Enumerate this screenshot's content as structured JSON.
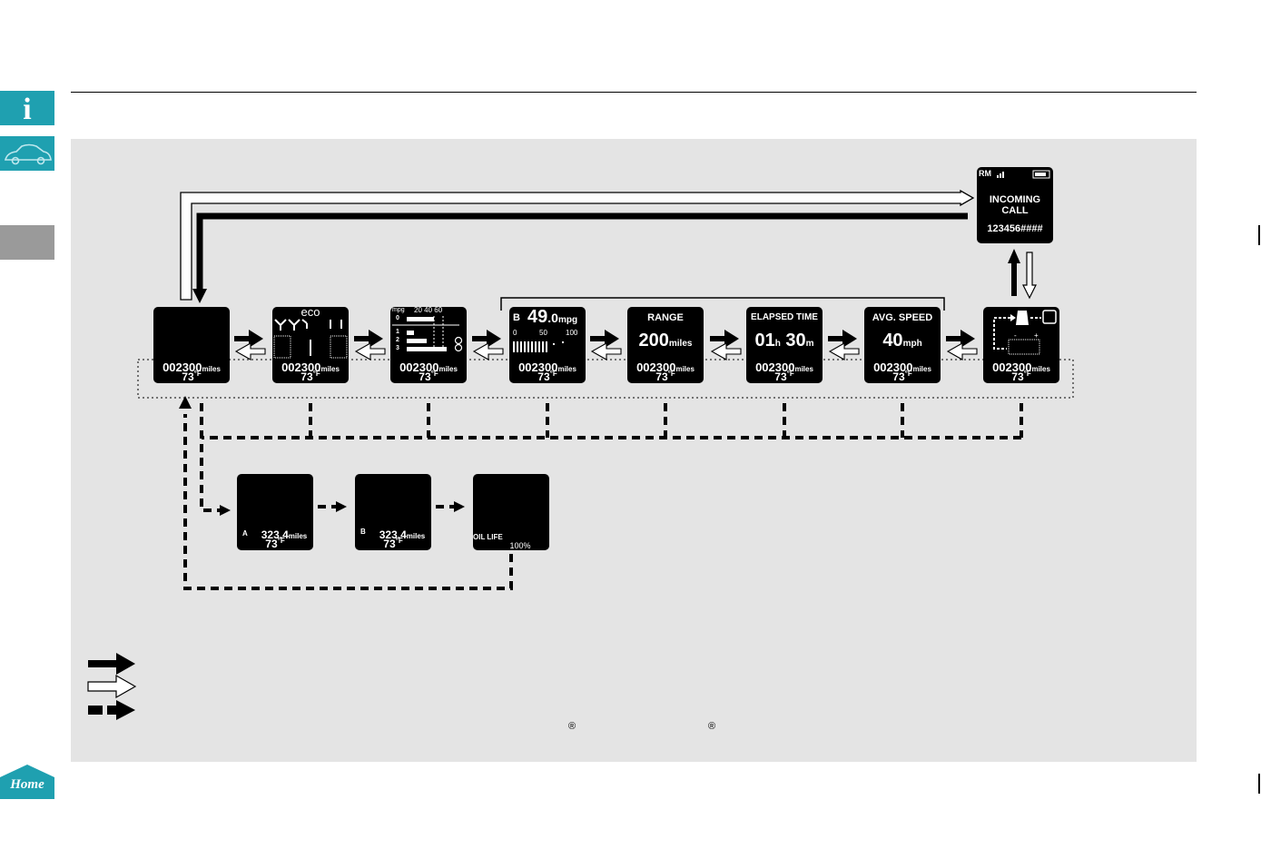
{
  "screens": {
    "main": {
      "odometer": "002300",
      "odometer_unit": "miles",
      "temp": "73",
      "temp_unit": "°F"
    },
    "eco": {
      "label": "eco",
      "odometer": "002300",
      "odometer_unit": "miles",
      "temp": "73",
      "temp_unit": "°F"
    },
    "mpg_history": {
      "mpg_label": "mpg",
      "scale": "20 40 60",
      "rows": [
        "0",
        "1",
        "2",
        "3"
      ],
      "odometer": "002300",
      "odometer_unit": "miles",
      "temp": "73",
      "temp_unit": "°F"
    },
    "instant_mpg": {
      "trip": "B",
      "value": "49",
      "decimal": ".0",
      "unit": "mpg",
      "scale": [
        "0",
        "50",
        "100"
      ],
      "odometer": "002300",
      "odometer_unit": "miles",
      "temp": "73",
      "temp_unit": "°F"
    },
    "range": {
      "title": "RANGE",
      "value": "200",
      "unit": "miles",
      "odometer": "002300",
      "odometer_unit": "miles",
      "temp": "73",
      "temp_unit": "°F"
    },
    "elapsed": {
      "title": "ELAPSED TIME",
      "hours": "01",
      "h_unit": "h",
      "minutes": "30",
      "m_unit": "m",
      "odometer": "002300",
      "odometer_unit": "miles",
      "temp": "73",
      "temp_unit": "°F"
    },
    "avg_speed": {
      "title": "AVG. SPEED",
      "value": "40",
      "unit": "mph",
      "odometer": "002300",
      "odometer_unit": "miles",
      "temp": "73",
      "temp_unit": "°F"
    },
    "energy_flow": {
      "odometer": "002300",
      "odometer_unit": "miles",
      "temp": "73",
      "temp_unit": "°F"
    },
    "incoming_call": {
      "status": "RM",
      "line1": "INCOMING",
      "line2": "CALL",
      "number": "123456####"
    },
    "trip_a": {
      "trip": "A",
      "value": "323.4",
      "unit": "miles",
      "temp": "73",
      "temp_unit": "°F"
    },
    "trip_b": {
      "trip": "B",
      "value": "323.4",
      "unit": "miles",
      "temp": "73",
      "temp_unit": "°F"
    },
    "oil_life": {
      "label": "OIL LIFE",
      "value": "100%"
    }
  },
  "footnote": {
    "symbol1": "®",
    "symbol2": "®"
  },
  "home_label": "Home",
  "info_label": "i",
  "colors": {
    "accent": "#1fa0b0",
    "panel": "#e4e4e4"
  }
}
